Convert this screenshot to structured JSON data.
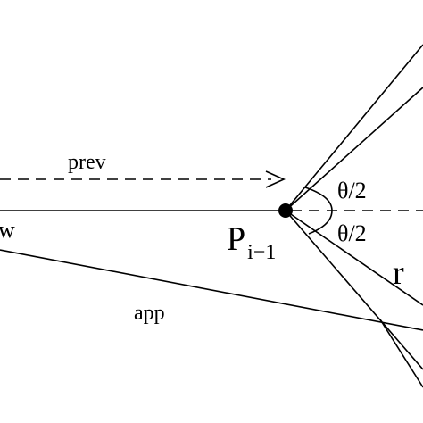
{
  "labels": {
    "prev": "prev",
    "w": "w",
    "point_main": "P",
    "point_sub": "i−1",
    "theta_upper": "θ/2",
    "theta_lower": "θ/2",
    "r": "r",
    "app": "app"
  },
  "colors": {
    "ink": "#000000",
    "background": "#ffffff"
  }
}
